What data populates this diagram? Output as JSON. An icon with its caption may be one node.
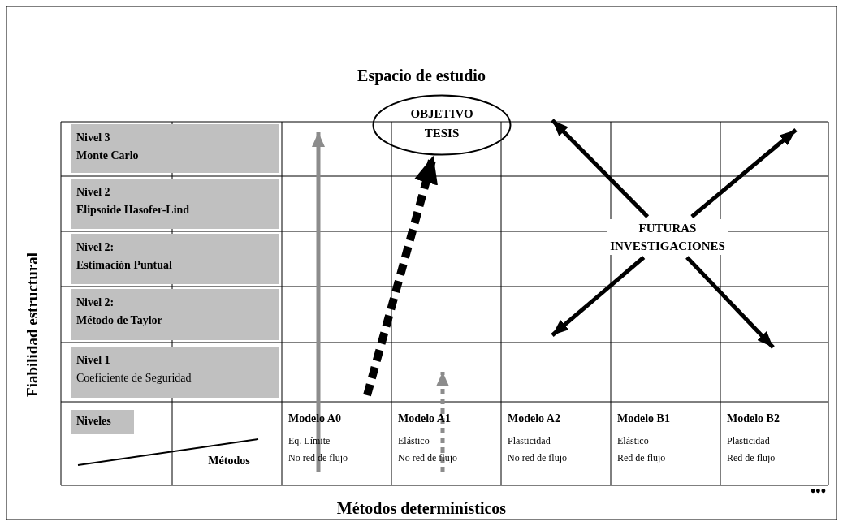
{
  "diagram": {
    "title": "Espacio de estudio",
    "nodes": [
      {
        "text": [
          "Nivel 3",
          "Monte Carlo"
        ]
      },
      {
        "text": [
          "Nivel 2",
          "Elipsoide Hasofer-Lind"
        ]
      },
      {
        "text": [
          "Nivel 2:",
          "Estimación Puntual"
        ]
      },
      {
        "text": [
          "Nivel 2:",
          "Método de Taylor"
        ]
      },
      {
        "text": [
          "Nivel 1",
          "Coeficiente de Seguridad"
        ]
      },
      {
        "text": [
          "Niveles"
        ]
      },
      {
        "text": [
          "OBJETIVO TESIS"
        ]
      },
      {
        "text": [
          "FUTURAS INVESTIGACIONES"
        ]
      }
    ],
    "edges": [
      {
        "from": null,
        "to": 6,
        "arrow": "to",
        "style": "dashed"
      },
      {
        "from": 7,
        "to": null,
        "arrow": "to"
      },
      {
        "from": 7,
        "to": null,
        "arrow": "to"
      },
      {
        "from": 7,
        "to": null,
        "arrow": "to"
      },
      {
        "from": 7,
        "to": null,
        "arrow": "to"
      }
    ],
    "labels": [
      "Fiabilidad estructural",
      "Métodos",
      "Modelo A0",
      "Eq. Límite",
      "No red de flujo",
      "Modelo A1",
      "Elástico",
      "No red de flujo",
      "Modelo A2",
      "Plasticidad",
      "No red de flujo",
      "Modelo B1",
      "Elástico",
      "Red de flujo",
      "Modelo B2",
      "Plasticidad",
      "Red de flujo",
      "•••",
      "Métodos determinísticos"
    ]
  }
}
